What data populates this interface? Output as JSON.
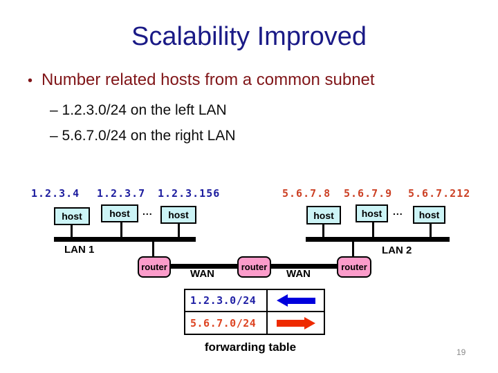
{
  "slide": {
    "title": "Scalability Improved",
    "bullet_marker": "•",
    "bullet": "Number related hosts from a common subnet",
    "sub_bullets": [
      "– 1.2.3.0/24 on the left LAN",
      "– 5.6.7.0/24 on the right LAN"
    ],
    "page_number": "19"
  },
  "diagram": {
    "left_lan": {
      "ips": [
        "1.2.3.4",
        "1.2.3.7",
        "1.2.3.156"
      ],
      "hosts": [
        "host",
        "host",
        "host"
      ],
      "ellipsis": "...",
      "label": "LAN 1"
    },
    "right_lan": {
      "ips": [
        "5.6.7.8",
        "5.6.7.9",
        "5.6.7.212"
      ],
      "hosts": [
        "host",
        "host",
        "host"
      ],
      "ellipsis": "...",
      "label": "LAN 2"
    },
    "routers": [
      "router",
      "router",
      "router"
    ],
    "wan_labels": [
      "WAN",
      "WAN"
    ],
    "forwarding_table": {
      "caption": "forwarding table",
      "rows": [
        {
          "prefix": "1.2.3.0/24",
          "direction": "left"
        },
        {
          "prefix": "5.6.7.0/24",
          "direction": "right"
        }
      ]
    }
  },
  "colors": {
    "title": "#1a1a86",
    "bullet_text": "#801518",
    "left_subnet_text": "#1c1c9e",
    "right_subnet_text": "#cc4125",
    "host_fill": "#ccf4f6",
    "router_fill": "#fb9cca",
    "arrow_left": "#0000dd",
    "arrow_right": "#ee2a00"
  }
}
